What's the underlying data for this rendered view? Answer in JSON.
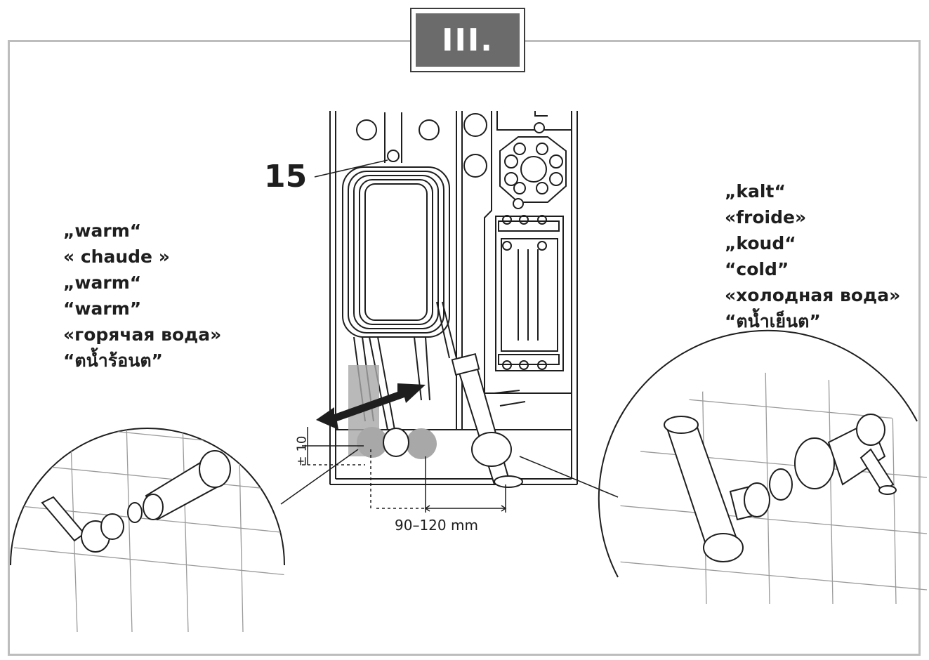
{
  "badge": {
    "label": "III."
  },
  "part_number": "15",
  "left_labels": [
    "„warm“",
    "« chaude »",
    "„warm“",
    "“warm”",
    "«горячая вода»",
    "“ตน้ำร้อนต”"
  ],
  "right_labels": [
    "„kalt“",
    "«froide»",
    "„koud“",
    "“cold”",
    "«холодная вода»",
    "“ตน้ำเย็นต”"
  ],
  "dimension": {
    "label": "90–120 mm"
  },
  "tolerance": {
    "label": "± 10"
  },
  "colors": {
    "frame": "#bdbdbd",
    "badge": "#6b6b6b",
    "line": "#1e1e1e",
    "highlight": "#a8a8a8"
  }
}
